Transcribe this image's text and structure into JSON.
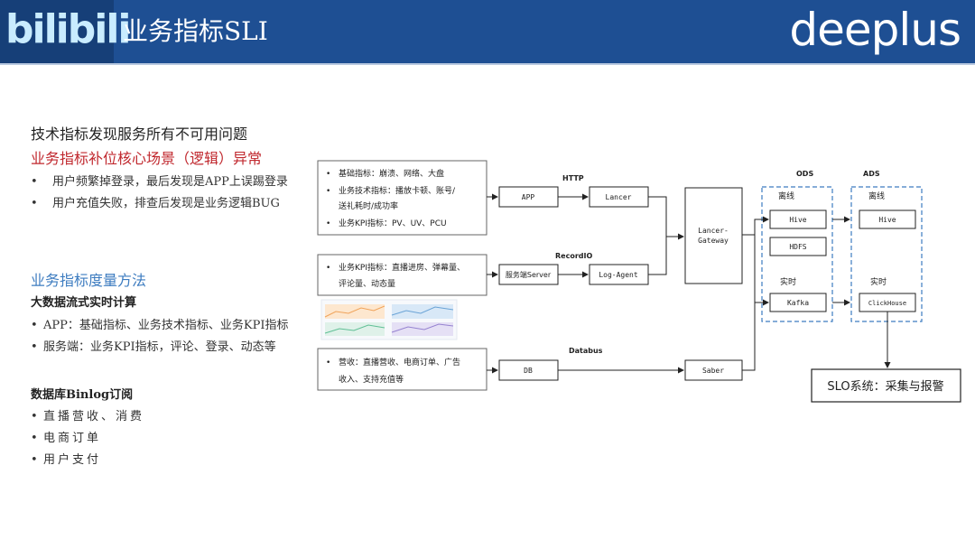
{
  "header": {
    "logo": "bilibili",
    "title": "业务指标SLI",
    "brand": "deeplus",
    "colors": {
      "bar": "#1e4f93",
      "logo_bg": "#163f78"
    }
  },
  "left": {
    "line1": "技术指标发现服务所有不可用问题",
    "red_heading": "业务指标补位核心场景（逻辑）异常",
    "red_items": [
      "用户频繁掉登录，最后发现是APP上误踢登录",
      "用户充值失败，排查后发现是业务逻辑BUG"
    ],
    "method_heading": "业务指标度量方法",
    "stream_heading": "大数据流式实时计算",
    "stream_items": [
      "APP：基础指标、业务技术指标、业务KPI指标",
      "服务端：业务KPI指标，评论、登录、动态等"
    ],
    "binlog_heading": "数据库Binlog订阅",
    "binlog_items": [
      "直播营收、消费",
      "电商订单",
      "用户支付"
    ]
  },
  "diagram": {
    "note1": [
      "基础指标：崩溃、网络、大盘",
      "业务技术指标：播放卡顿、账号/",
      "送礼耗时/成功率",
      "业务KPI指标：PV、UV、PCU"
    ],
    "note2": [
      "业务KPI指标：直播进房、弹幕量、",
      "评论量、动态量"
    ],
    "note3": [
      "营收：直播营收、电商订单、广告",
      "收入、支持充值等"
    ],
    "pipe_labels": {
      "http": "HTTP",
      "recordio": "RecordIO",
      "databus": "Databus"
    },
    "nodes": {
      "app": "APP",
      "lancer": "Lancer",
      "server": "服务端Server",
      "log_agent": "Log-Agent",
      "db": "DB",
      "saber": "Saber",
      "gateway": [
        "Lancer-",
        "Gateway"
      ],
      "ods_hive": "Hive",
      "hdfs": "HDFS",
      "kafka": "Kafka",
      "ads_hive": "Hive",
      "clickhouse": "ClickHouse"
    },
    "layers": {
      "ods": "ODS",
      "ads": "ADS",
      "ods_offline": "离线",
      "ods_realtime": "实时",
      "ads_offline": "离线",
      "ads_realtime": "实时"
    },
    "slo": "SLO系统：采集与报警"
  }
}
